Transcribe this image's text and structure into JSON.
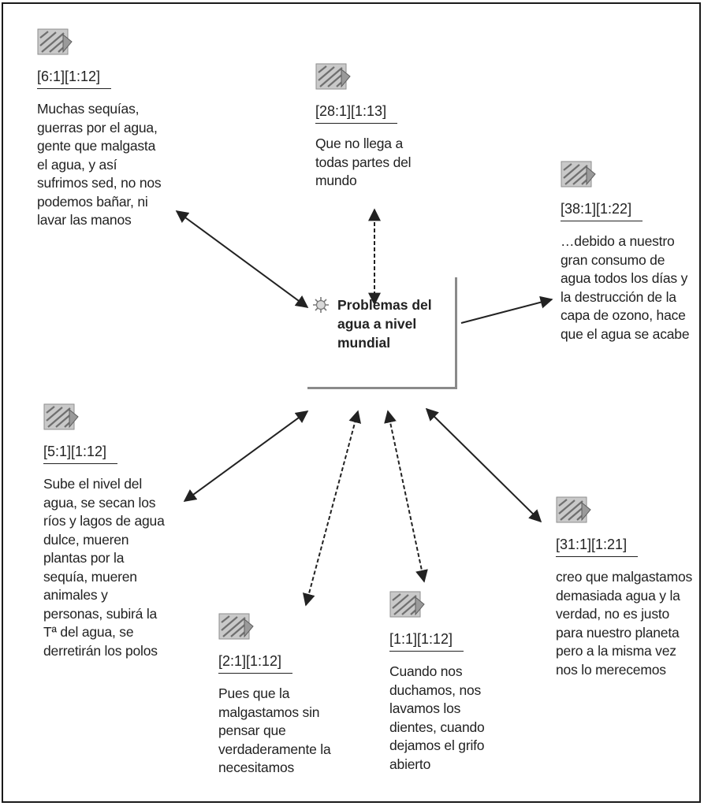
{
  "center": {
    "label": "Problemas del agua a nivel mundial",
    "icon": "sun-gear-icon"
  },
  "quotes": [
    {
      "ref": "[6:1][1:12]",
      "text": "Muchas sequías, guerras por el agua, gente que malgasta el agua, y así sufrimos sed, no nos podemos bañar, ni lavar las manos",
      "icon": "document-quote-icon"
    },
    {
      "ref": "[28:1][1:13]",
      "text": "Que no llega a todas partes del mundo",
      "icon": "document-quote-icon"
    },
    {
      "ref": "[38:1][1:22]",
      "text": "…debido a nuestro gran consumo de agua todos los días y la destrucción de la capa de ozono, hace que el agua se acabe",
      "icon": "document-quote-icon"
    },
    {
      "ref": "[5:1][1:12]",
      "text": "Sube el nivel del agua, se secan los ríos y lagos de agua dulce, mueren plantas por la sequía, mueren animales y personas, subirá la Tª del agua, se derretirán los polos",
      "icon": "document-quote-icon"
    },
    {
      "ref": "[2:1][1:12]",
      "text": "Pues que la malgastamos sin pensar que verdaderamente la necesitamos",
      "icon": "document-quote-icon"
    },
    {
      "ref": "[1:1][1:12]",
      "text": "Cuando nos duchamos, nos lavamos los dientes, cuando dejamos el grifo abierto",
      "icon": "document-quote-icon"
    },
    {
      "ref": "[31:1][1:21]",
      "text": "creo que malgastamos demasiada agua y la verdad, no es justo para nuestro planeta pero a la misma vez nos lo merecemos",
      "icon": "document-quote-icon"
    }
  ],
  "colors": {
    "ink": "#222222",
    "border": "#1a1a1a",
    "shadow": "#8a8a8a"
  }
}
